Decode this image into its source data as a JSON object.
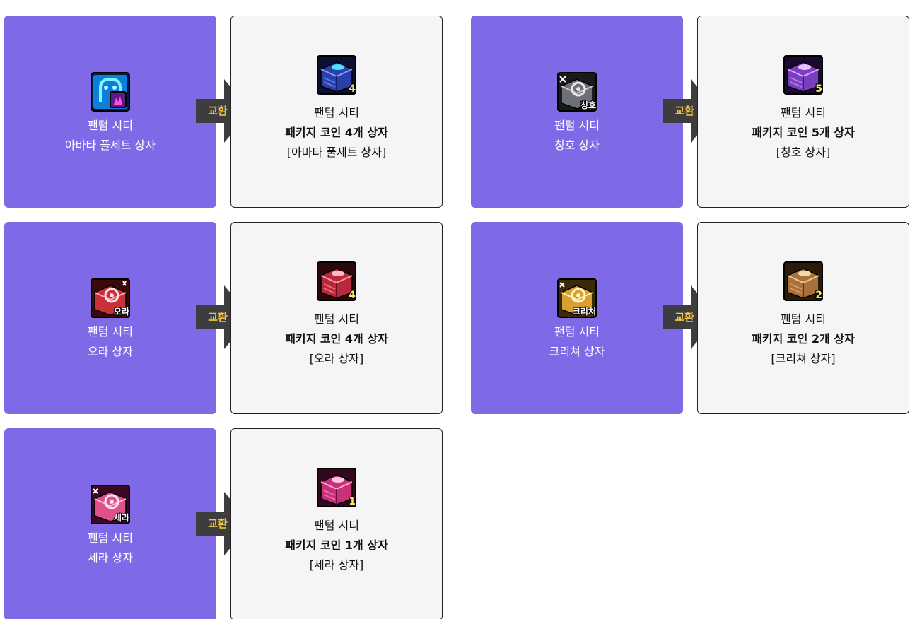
{
  "exchange_label": "교환",
  "colors": {
    "source_bg": "#8069e6",
    "target_bg": "#f5f5f5",
    "arrow": "#3d3d3d",
    "arrow_text": "#f4c54b"
  },
  "pairs": [
    {
      "source": {
        "icon": "avatar-fullset-box-icon",
        "line1": "팬텀 시티",
        "line2": "아바타 풀세트 상자"
      },
      "target": {
        "icon": "package-coin-box-blue-icon",
        "count_badge": "4",
        "line1": "팬텀 시티",
        "line2": "패키지 코인 4개 상자",
        "line3": "[아바타 풀세트 상자]"
      }
    },
    {
      "source": {
        "icon": "title-box-icon",
        "badge": "칭호",
        "line1": "팬텀 시티",
        "line2": "칭호 상자"
      },
      "target": {
        "icon": "package-coin-box-purple-icon",
        "count_badge": "5",
        "line1": "팬텀 시티",
        "line2": "패키지 코인 5개 상자",
        "line3": "[칭호 상자]"
      }
    },
    {
      "source": {
        "icon": "aura-box-icon",
        "badge": "오라",
        "line1": "팬텀 시티",
        "line2": "오라 상자"
      },
      "target": {
        "icon": "package-coin-box-red-icon",
        "count_badge": "4",
        "line1": "팬텀 시티",
        "line2": "패키지 코인 4개 상자",
        "line3": "[오라 상자]"
      }
    },
    {
      "source": {
        "icon": "creature-box-icon",
        "badge": "크리쳐",
        "line1": "팬텀 시티",
        "line2": "크리쳐 상자"
      },
      "target": {
        "icon": "package-coin-box-brown-icon",
        "count_badge": "2",
        "line1": "팬텀 시티",
        "line2": "패키지 코인 2개 상자",
        "line3": "[크리쳐 상자]"
      }
    },
    {
      "source": {
        "icon": "sera-box-icon",
        "badge": "세라",
        "line1": "팬텀 시티",
        "line2": "세라 상자"
      },
      "target": {
        "icon": "package-coin-box-pink-icon",
        "count_badge": "1",
        "line1": "팬텀 시티",
        "line2": "패키지 코인 1개 상자",
        "line3": "[세라 상자]"
      }
    }
  ]
}
